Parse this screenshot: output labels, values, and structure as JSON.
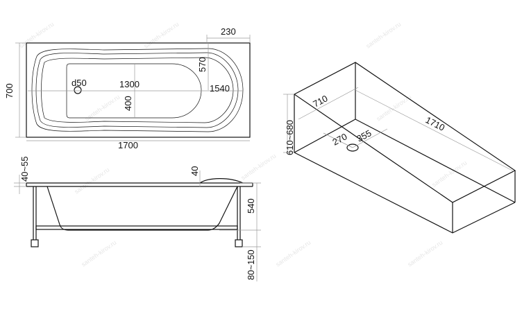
{
  "top_view": {
    "width_label": "700",
    "length_label": "1700",
    "inner_length_label": "1300",
    "inner_width_label": "400",
    "drain_label": "d50",
    "headrest_label": "570",
    "overall_label": "1540",
    "corner_label": "230"
  },
  "side_view": {
    "rim_label": "40~55",
    "edge_label": "40",
    "depth_label": "540",
    "legs_label": "80~150"
  },
  "iso_view": {
    "height_label": "610~680",
    "width_label": "710",
    "length_label": "1710",
    "drain_x_label": "270",
    "drain_y_label": "355"
  },
  "watermark": "santeh-kirov.ru"
}
